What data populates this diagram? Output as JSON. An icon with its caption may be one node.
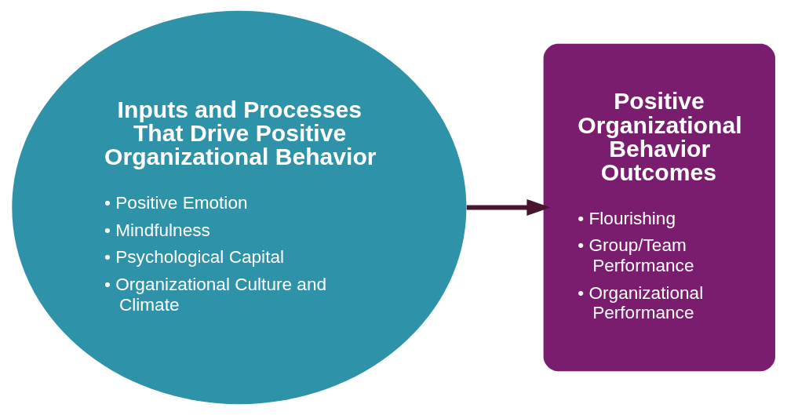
{
  "diagram": {
    "nodes": [
      {
        "text": [
          "Inputs and Processes That Drive Positive Organizational Behavior",
          "• Positive Emotion",
          "• Mindfulness",
          "• Psychological Capital",
          "• Organizational Culture and Climate"
        ]
      },
      {
        "text": [
          "Positive Organizational Behavior Outcomes",
          "• Flourishing",
          "• Group/Team Performance",
          "• Organizational Performance"
        ]
      }
    ],
    "edges": [
      {
        "from": 0,
        "to": 1,
        "arrow": "to"
      }
    ]
  }
}
